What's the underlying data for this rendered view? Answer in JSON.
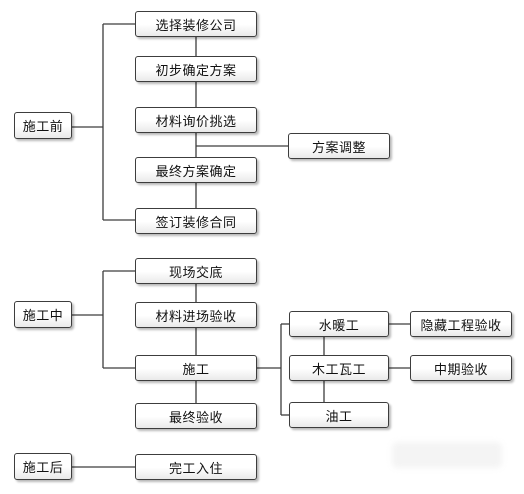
{
  "phases": {
    "before": "施工前",
    "during": "施工中",
    "after": "施工后"
  },
  "steps": {
    "choose_company": "选择装修公司",
    "initial_plan": "初步确定方案",
    "material_inquiry": "材料询价挑选",
    "plan_adjust": "方案调整",
    "final_plan": "最终方案确定",
    "sign_contract": "签订装修合同",
    "site_handover": "现场交底",
    "material_acceptance": "材料进场验收",
    "construction": "施工",
    "plumbing_heating": "水暖工",
    "carpentry_tiling": "木工瓦工",
    "painting": "油工",
    "hidden_works_acceptance": "隐藏工程验收",
    "midterm_acceptance": "中期验收",
    "final_acceptance": "最终验收",
    "completion_move_in": "完工入住"
  }
}
